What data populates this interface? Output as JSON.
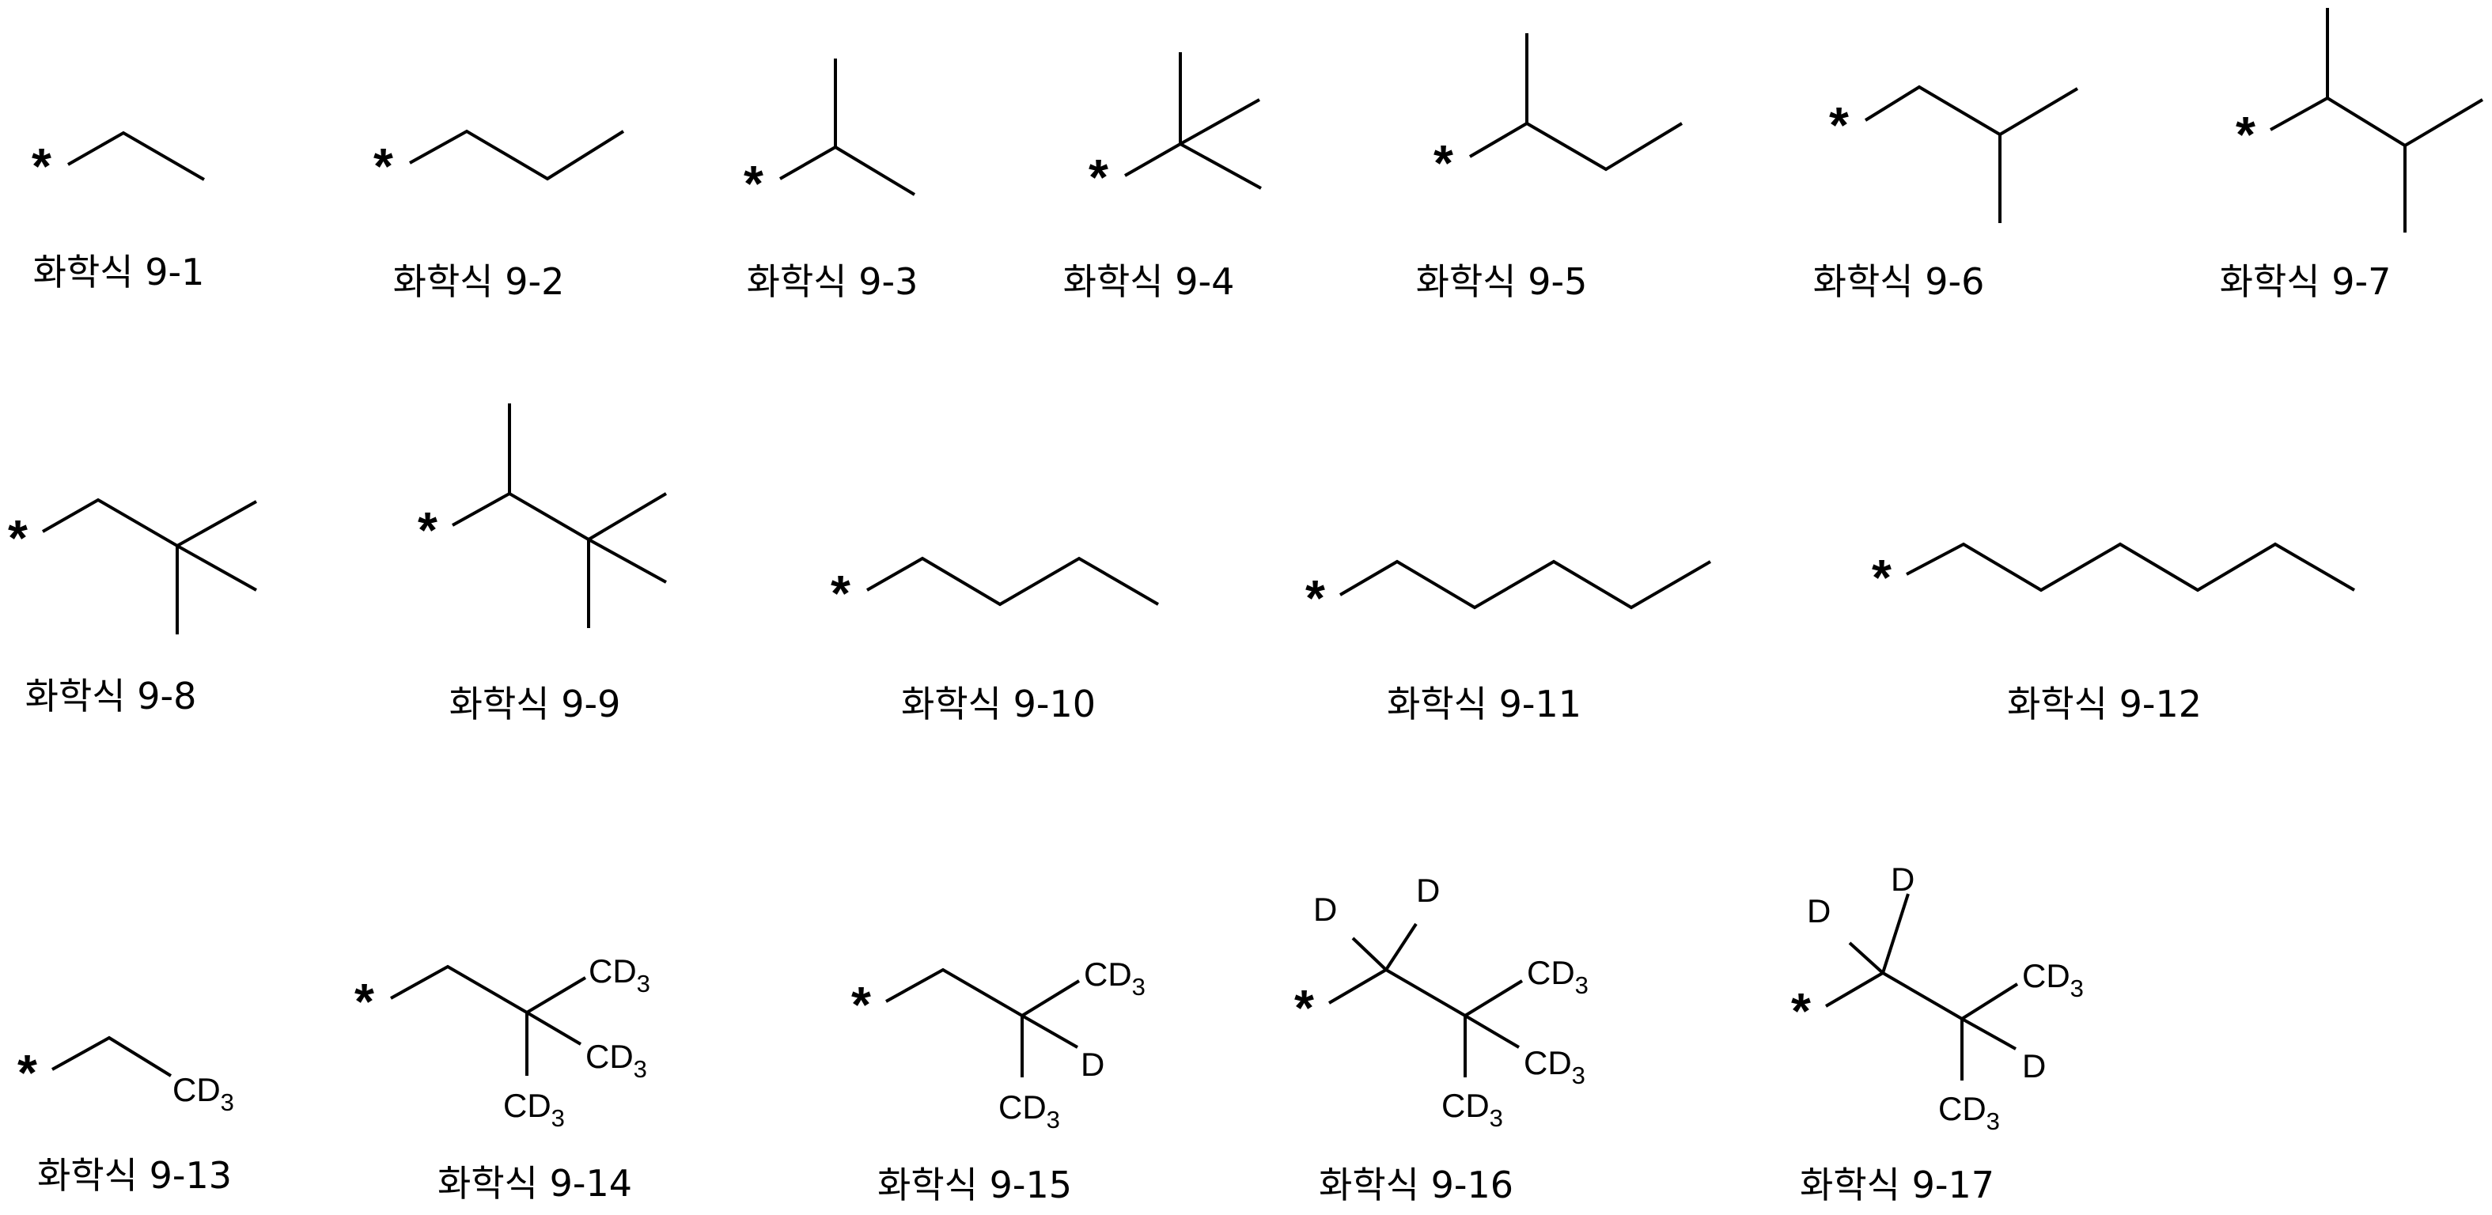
{
  "figure": {
    "attachment_symbol": "*",
    "cd3_main": "CD",
    "cd3_sub": "3",
    "deuterium_label": "D",
    "formulas": [
      {
        "id": "9-1",
        "caption": "화학식 9-1"
      },
      {
        "id": "9-2",
        "caption": "화학식 9-2"
      },
      {
        "id": "9-3",
        "caption": "화학식 9-3"
      },
      {
        "id": "9-4",
        "caption": "화학식 9-4"
      },
      {
        "id": "9-5",
        "caption": "화학식 9-5"
      },
      {
        "id": "9-6",
        "caption": "화학식 9-6"
      },
      {
        "id": "9-7",
        "caption": "화학식 9-7"
      },
      {
        "id": "9-8",
        "caption": "화학식 9-8"
      },
      {
        "id": "9-9",
        "caption": "화학식 9-9"
      },
      {
        "id": "9-10",
        "caption": "화학식 9-10"
      },
      {
        "id": "9-11",
        "caption": "화학식 9-11"
      },
      {
        "id": "9-12",
        "caption": "화학식 9-12"
      },
      {
        "id": "9-13",
        "caption": "화학식 9-13"
      },
      {
        "id": "9-14",
        "caption": "화학식 9-14"
      },
      {
        "id": "9-15",
        "caption": "화학식 9-15"
      },
      {
        "id": "9-16",
        "caption": "화학식 9-16"
      },
      {
        "id": "9-17",
        "caption": "화학식 9-17"
      }
    ]
  }
}
